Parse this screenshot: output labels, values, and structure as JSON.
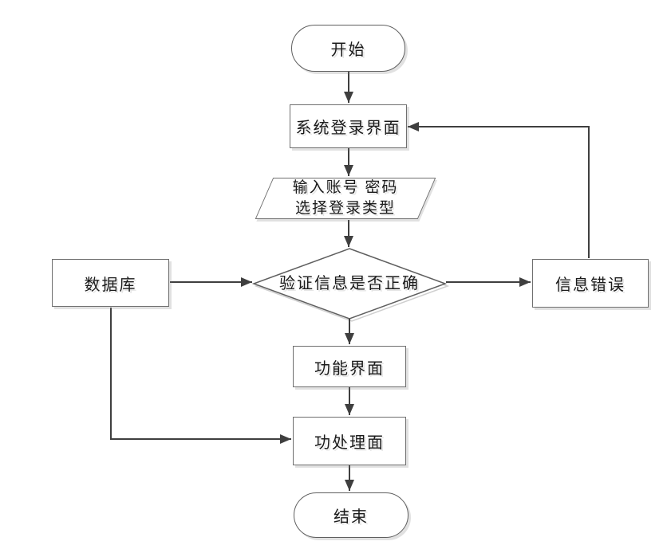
{
  "diagram": {
    "type": "flowchart",
    "nodes": {
      "start": {
        "shape": "terminator",
        "label": "开始"
      },
      "login": {
        "shape": "process",
        "label": "系统登录界面"
      },
      "input": {
        "shape": "io",
        "label_line1": "输入账号 密码",
        "label_line2": "选择登录类型"
      },
      "decision": {
        "shape": "decision",
        "label": "验证信息是否正确"
      },
      "database": {
        "shape": "process",
        "label": "数据库"
      },
      "error": {
        "shape": "process",
        "label": "信息错误"
      },
      "function": {
        "shape": "process",
        "label": "功能界面"
      },
      "process": {
        "shape": "process",
        "label": "功处理面"
      },
      "end": {
        "shape": "terminator",
        "label": "结束"
      }
    },
    "edges": [
      {
        "from": "start",
        "to": "login"
      },
      {
        "from": "login",
        "to": "input"
      },
      {
        "from": "input",
        "to": "decision"
      },
      {
        "from": "database",
        "to": "decision"
      },
      {
        "from": "decision",
        "to": "error"
      },
      {
        "from": "decision",
        "to": "function"
      },
      {
        "from": "function",
        "to": "process"
      },
      {
        "from": "database",
        "to": "process"
      },
      {
        "from": "process",
        "to": "end"
      },
      {
        "from": "error",
        "to": "login"
      }
    ],
    "colors": {
      "background": "#ffffff",
      "node_fill": "#ffffff",
      "node_border": "#6f6f6f",
      "connector": "#3f3f3f",
      "text": "#1b1b1b",
      "shadow": "#c9c9c9"
    }
  }
}
